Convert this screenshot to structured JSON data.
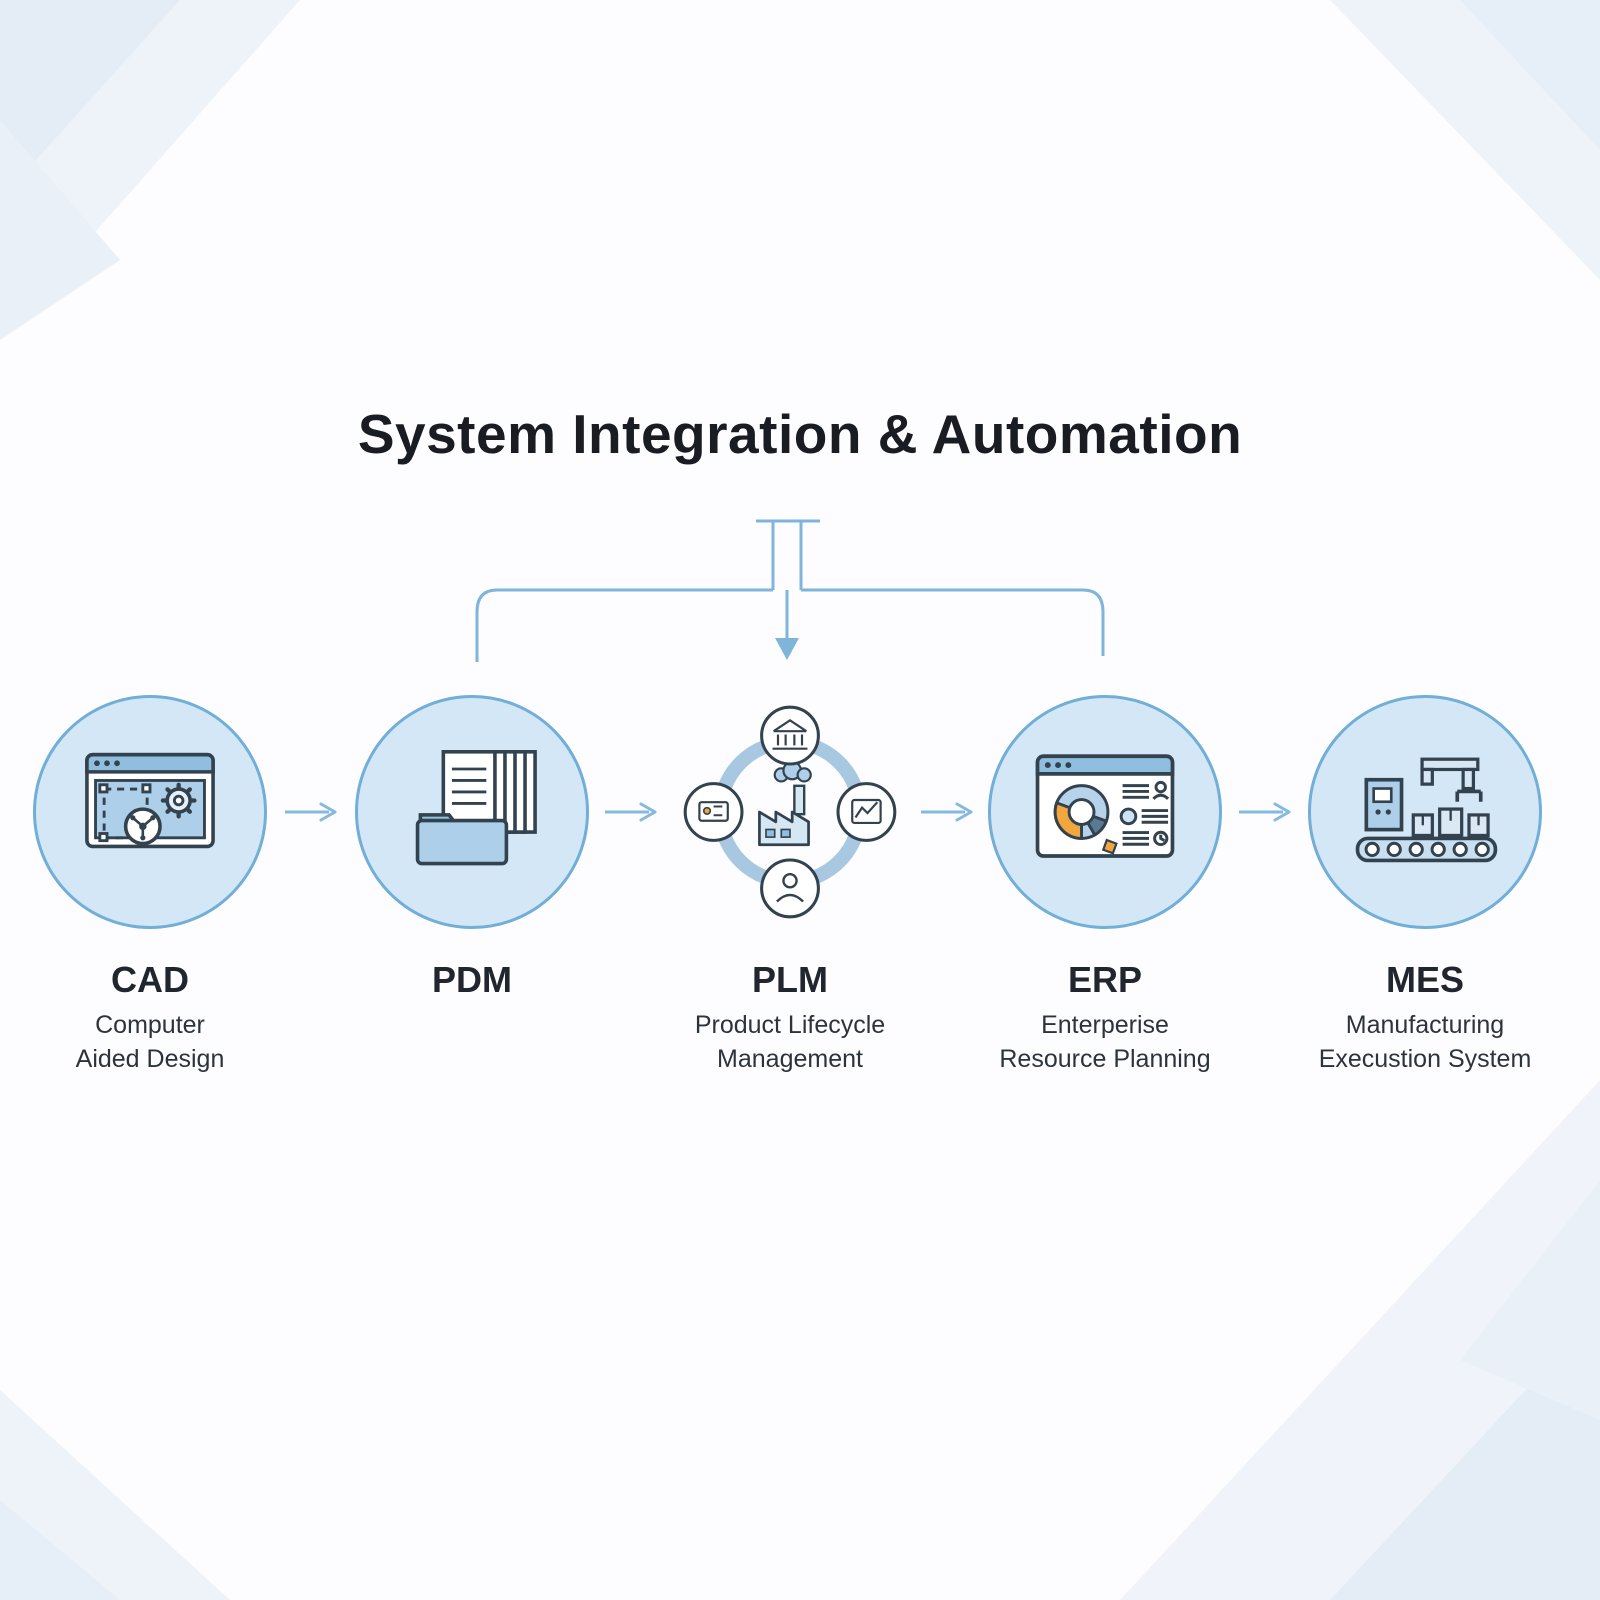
{
  "title": "System Integration & Automation",
  "nodes": [
    {
      "acronym": "CAD",
      "subtitle_lines": [
        "Computer",
        "Aided Design"
      ],
      "icon": "cad-design-window-icon"
    },
    {
      "acronym": "PDM",
      "subtitle_lines": [],
      "icon": "pdm-documents-folder-icon"
    },
    {
      "acronym": "PLM",
      "subtitle_lines": [
        "Product Lifecycle",
        "Management"
      ],
      "icon": "plm-lifecycle-cycle-icon"
    },
    {
      "acronym": "ERP",
      "subtitle_lines": [
        "Enterperise",
        "Resource Planning"
      ],
      "icon": "erp-dashboard-chart-icon"
    },
    {
      "acronym": "MES",
      "subtitle_lines": [
        "Manufacturing",
        "Execustion System"
      ],
      "icon": "mes-assembly-line-icon"
    }
  ],
  "connector": {
    "description": "bracket from title to PDM, PLM and ERP with down arrow into PLM",
    "icon": "down-arrow-icon"
  },
  "flow": {
    "arrow_icon": "right-arrow-icon",
    "sequence": [
      "CAD",
      "PDM",
      "PLM",
      "ERP",
      "MES"
    ]
  },
  "colors": {
    "circle_fill": "#d4e7f6",
    "circle_stroke": "#71aed8",
    "arrow_blue": "#85b9dd",
    "connector_blue": "#7fb5da",
    "icon_ink": "#33424f",
    "icon_blue_fill": "#aecfe9",
    "icon_header_blue": "#8fbede",
    "accent_orange": "#f2a73d",
    "title_ink": "#191c22",
    "background": "#fdfdff"
  }
}
